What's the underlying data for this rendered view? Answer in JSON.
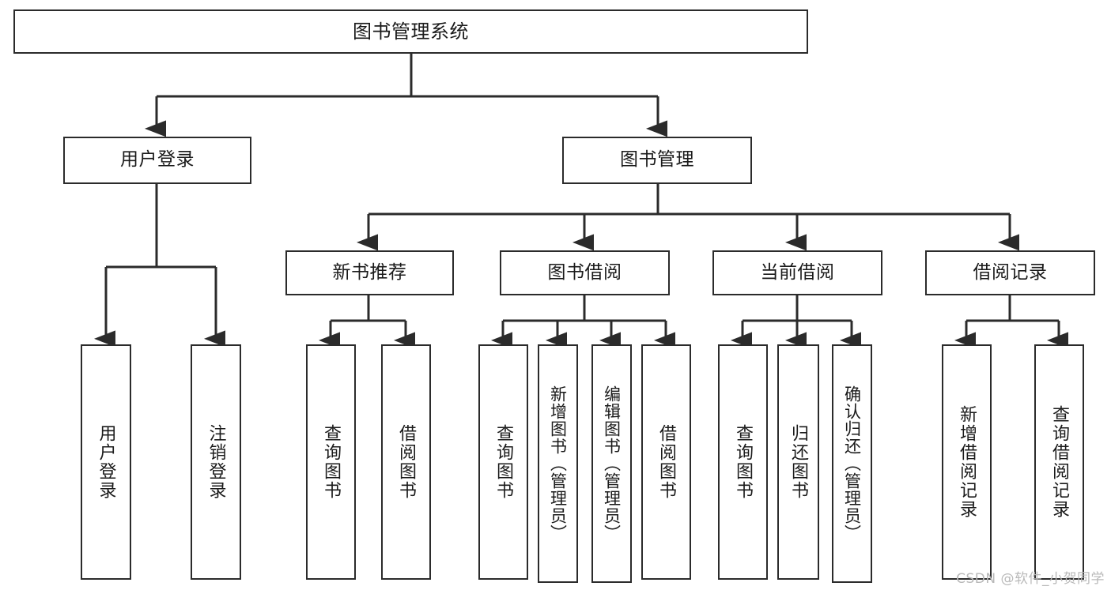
{
  "diagram": {
    "title": "图书管理系统",
    "type": "tree",
    "root": {
      "id": "root",
      "label": "图书管理系统",
      "orientation": "horizontal"
    },
    "level2": [
      {
        "id": "user-login",
        "label": "用户登录",
        "orientation": "horizontal"
      },
      {
        "id": "book-manage",
        "label": "图书管理",
        "orientation": "horizontal"
      }
    ],
    "level3": [
      {
        "id": "new-book-rec",
        "label": "新书推荐",
        "parent": "book-manage",
        "orientation": "horizontal"
      },
      {
        "id": "book-borrow",
        "label": "图书借阅",
        "parent": "book-manage",
        "orientation": "horizontal"
      },
      {
        "id": "current-borrow",
        "label": "当前借阅",
        "parent": "book-manage",
        "orientation": "horizontal"
      },
      {
        "id": "borrow-record",
        "label": "借阅记录",
        "parent": "book-manage",
        "orientation": "horizontal"
      }
    ],
    "leaves": [
      {
        "id": "leaf-user-login",
        "label": "用户登录",
        "parent": "user-login",
        "orientation": "vertical",
        "narrow": false
      },
      {
        "id": "leaf-user-logout",
        "label": "注销登录",
        "parent": "user-login",
        "orientation": "vertical",
        "narrow": false
      },
      {
        "id": "leaf-query-book-1",
        "label": "查询图书",
        "parent": "new-book-rec",
        "orientation": "vertical",
        "narrow": false
      },
      {
        "id": "leaf-borrow-book-1",
        "label": "借阅图书",
        "parent": "new-book-rec",
        "orientation": "vertical",
        "narrow": false
      },
      {
        "id": "leaf-query-book-2",
        "label": "查询图书",
        "parent": "book-borrow",
        "orientation": "vertical",
        "narrow": false
      },
      {
        "id": "leaf-add-book",
        "label": "新增图书（管理员）",
        "parent": "book-borrow",
        "orientation": "vertical",
        "narrow": true
      },
      {
        "id": "leaf-edit-book",
        "label": "编辑图书（管理员）",
        "parent": "book-borrow",
        "orientation": "vertical",
        "narrow": true
      },
      {
        "id": "leaf-borrow-book-2",
        "label": "借阅图书",
        "parent": "book-borrow",
        "orientation": "vertical",
        "narrow": false
      },
      {
        "id": "leaf-query-book-3",
        "label": "查询图书",
        "parent": "current-borrow",
        "orientation": "vertical",
        "narrow": false
      },
      {
        "id": "leaf-return-book",
        "label": "归还图书",
        "parent": "current-borrow",
        "orientation": "vertical",
        "narrow": false
      },
      {
        "id": "leaf-confirm-return",
        "label": "确认归还（管理员）",
        "parent": "current-borrow",
        "orientation": "vertical",
        "narrow": true
      },
      {
        "id": "leaf-add-record",
        "label": "新增借阅记录",
        "parent": "borrow-record",
        "orientation": "vertical",
        "narrow": false
      },
      {
        "id": "leaf-query-record",
        "label": "查询借阅记录",
        "parent": "borrow-record",
        "orientation": "vertical",
        "narrow": false
      }
    ]
  },
  "watermark": {
    "text": "CSDN @软件_小贺同学"
  },
  "colors": {
    "stroke": "#2b2b2b",
    "fill": "#ffffff",
    "text": "#1a1a1a",
    "watermark": "#b9b9b9"
  }
}
